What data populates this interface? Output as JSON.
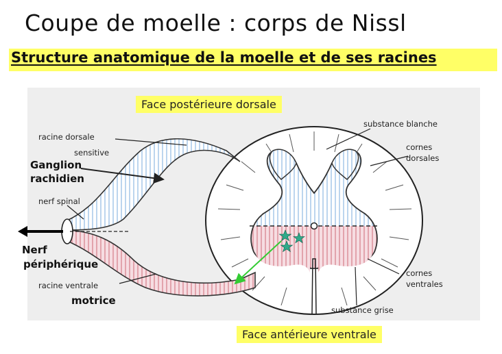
{
  "title": "Coupe de moelle : corps de Nissl",
  "subtitle": "Structure anatomique de la moelle et de ses racines",
  "tags": {
    "posterior": "Face postérieure dorsale",
    "anterior": "Face antérieure ventrale"
  },
  "labels": {
    "racine_dorsale": "racine dorsale",
    "sensitive": "sensitive",
    "ganglion_1": "Ganglion",
    "ganglion_2": "rachidien",
    "nerf_spinal": "nerf spinal",
    "nerf_peripherique_1": "Nerf",
    "nerf_peripherique_2": "périphérique",
    "racine_ventrale": "racine ventrale",
    "motrice": "motrice",
    "substance_blanche": "substance blanche",
    "cornes_dorsales_1": "cornes",
    "cornes_dorsales_2": "dorsales",
    "cornes_ventrales_1": "cornes",
    "cornes_ventrales_2": "ventrales",
    "substance_grise": "substance grise"
  },
  "colors": {
    "highlight": "#ffff66",
    "dorsal_hatch": "#9fc3e6",
    "ventral_fill": "#f6dde2",
    "ventral_hatch": "#d98a96",
    "neuron_star": "#2faa8a",
    "axon": "#33cc33"
  }
}
